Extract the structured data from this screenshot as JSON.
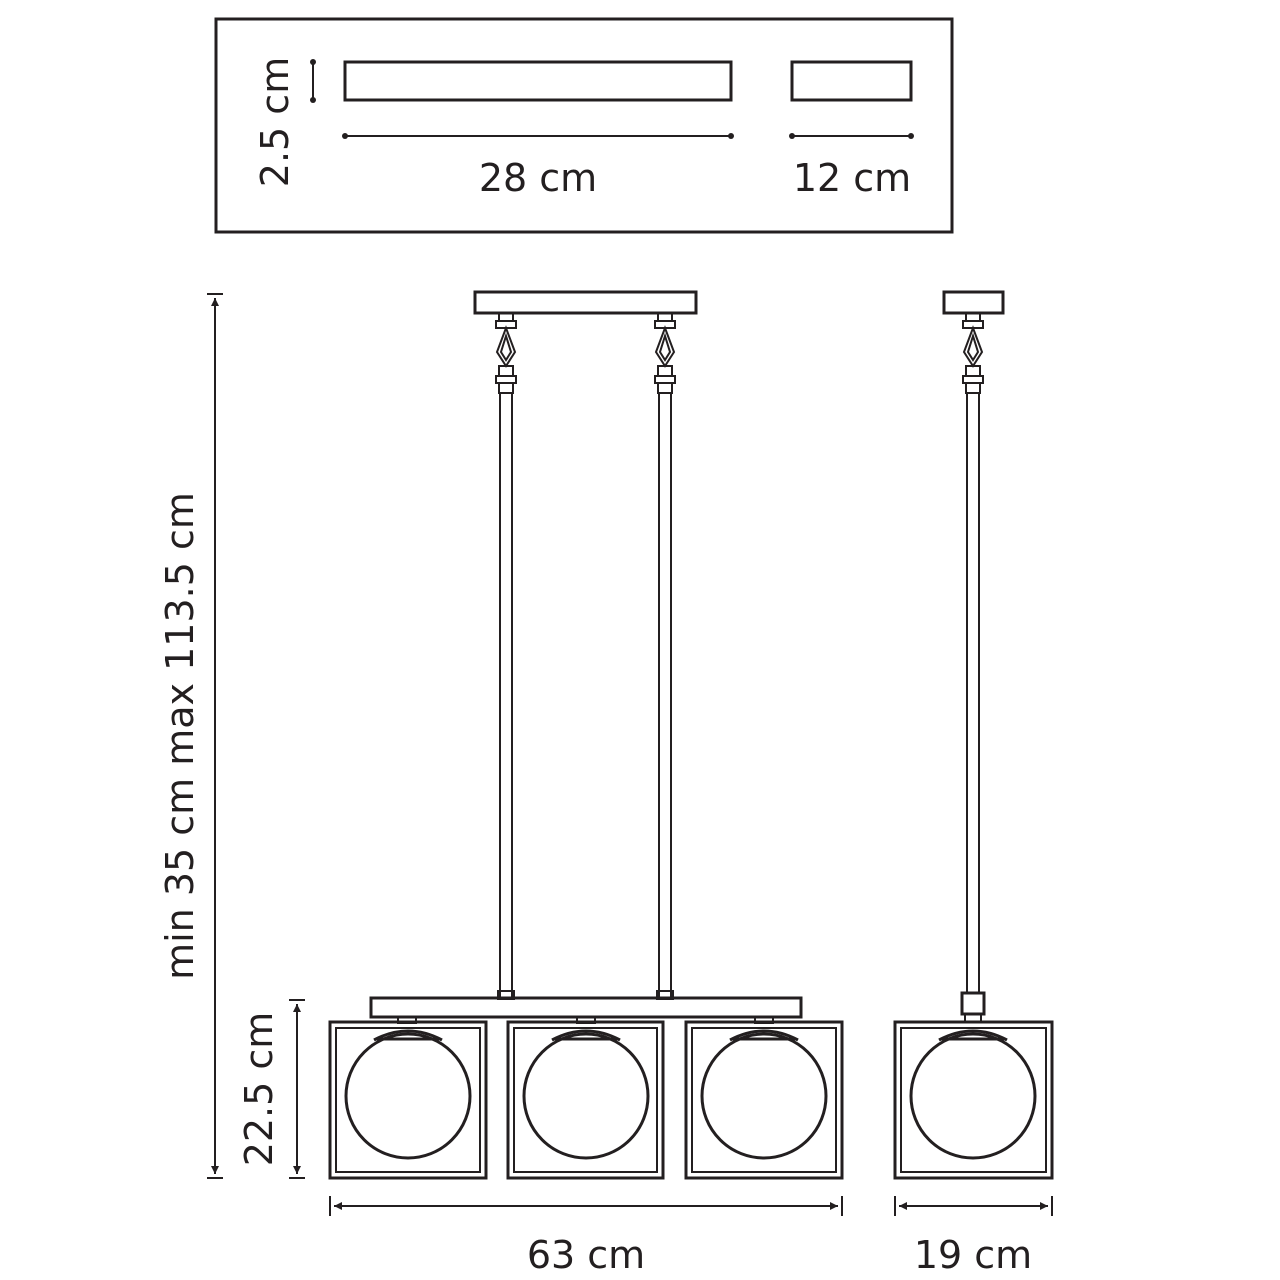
{
  "top_view": {
    "height_label": "2.5 cm",
    "long_length_label": "28 cm",
    "short_length_label": "12 cm"
  },
  "front_view": {
    "total_height_label": "min 35 cm max 113.5 cm",
    "shade_height_label": "22.5 cm",
    "width_label": "63 cm"
  },
  "side_view": {
    "width_label": "19 cm"
  },
  "colors": {
    "ink": "#231f20",
    "background": "#ffffff"
  }
}
